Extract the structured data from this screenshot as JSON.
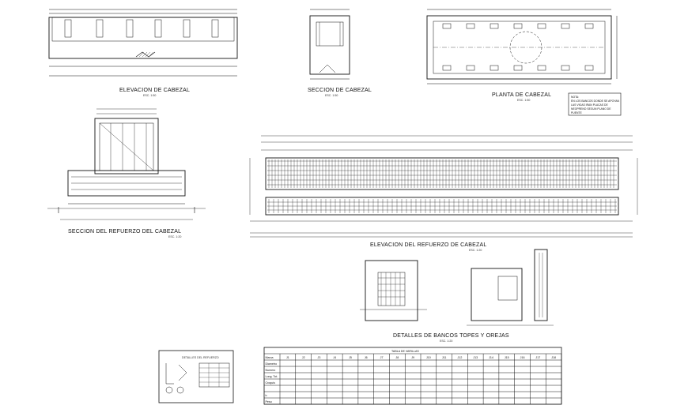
{
  "drawing": {
    "views": {
      "elevacion_cabezal": {
        "title": "ELEVACION DE CABEZAL",
        "scale": "ESC. 1:50"
      },
      "seccion_cabezal": {
        "title": "SECCION DE CABEZAL",
        "scale": "ESC. 1:50"
      },
      "planta_cabezal": {
        "title": "PLANTA DE CABEZAL",
        "scale": "ESC. 1:50"
      },
      "seccion_refuerzo": {
        "title": "SECCION DEL REFUERZO DEL CABEZAL",
        "scale": "ESC. 1:20"
      },
      "elevacion_refuerzo": {
        "title": "ELEVACION DEL REFUERZO DE CABEZAL",
        "scale": "ESC. 1:20"
      },
      "detalles_bancos": {
        "title": "DETALLES DE BANCOS TOPES Y OREJAS",
        "scale": "ESC. 1:20"
      },
      "detalles_refuerzo": {
        "title": "DETALLES DEL REFUERZO"
      }
    },
    "table": {
      "title": "TABLA DE VARILLAS",
      "row_headers": [
        "Marca",
        "Diametro",
        "Numero",
        "Long. Tot.",
        "Croquis",
        "",
        "b",
        "Peso"
      ],
      "columns": [
        "J1",
        "J2",
        "J3",
        "J4",
        "J5",
        "J6",
        "J7",
        "J8",
        "J9",
        "J10",
        "J11",
        "J12",
        "J13",
        "J14",
        "J15",
        "J16",
        "J17",
        "J18"
      ]
    },
    "notes": {
      "planta_note": [
        "NOTA:",
        "EN LOS BANCOS DONDE SE APOYAN",
        "LAS VIGAS IRAN PLACAS DE",
        "NEOPRENO SEGUN PLANO DE",
        "PUENTE"
      ]
    },
    "colors": {
      "line": "#111111",
      "paper": "#ffffff"
    }
  }
}
